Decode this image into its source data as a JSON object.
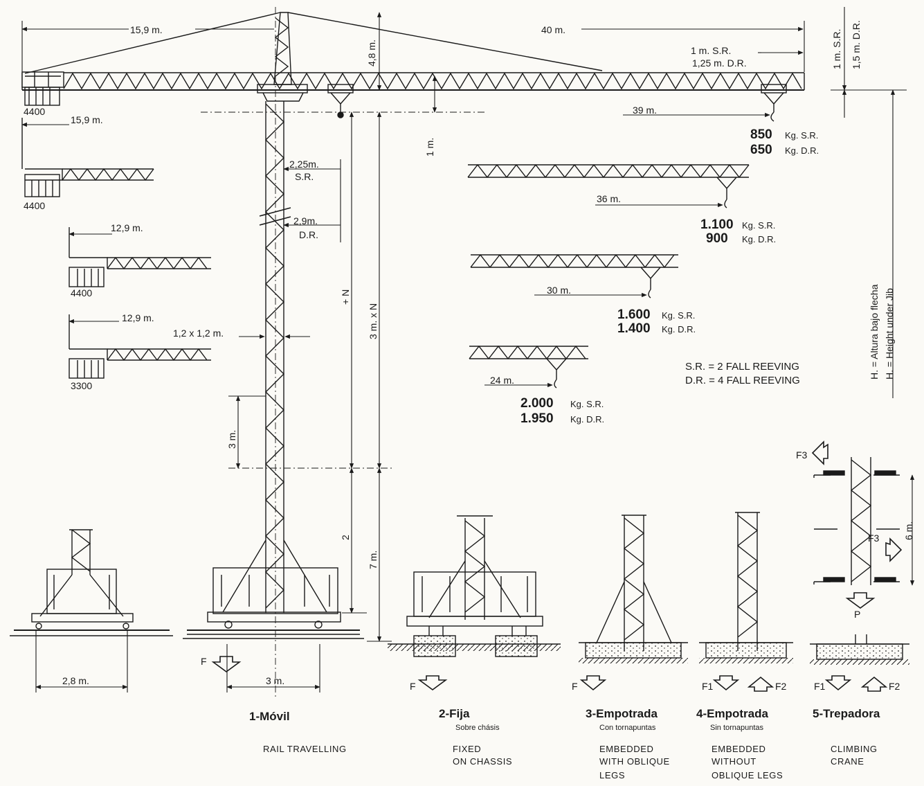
{
  "dimensions": {
    "jib_length": "40 m.",
    "counter_jib": "15,9 m.",
    "top_height": "4,8 m.",
    "tip_sr": "1 m. S.R.",
    "tip_dr": "1,25 m. D.R.",
    "right_sr": "1 m. S.R.",
    "right_dr": "1,5 m. D.R.",
    "hook_1m": "1 m.",
    "mast_225": "2,25m.",
    "mast_225_tag": "S.R.",
    "mast_29": "2,9m.",
    "mast_29_tag": "D.R.",
    "section": "1,2 x 1,2 m.",
    "plus_n": "+ N",
    "three_n": "3 m. x N",
    "three_m": "3 m.",
    "two": "2",
    "seven_m": "7 m.",
    "base_28": "2,8 m.",
    "base_3": "3 m.",
    "climb_6": "6 m.",
    "height_es": "H. = Altura bajo flecha",
    "height_en": "H. = Height under Jib"
  },
  "counterweights": [
    {
      "label": "15,9 m.",
      "weight": "4400"
    },
    {
      "label": "15,9 m.",
      "weight": "4400"
    },
    {
      "label": "12,9 m.",
      "weight": "4400"
    },
    {
      "label": "12,9 m.",
      "weight": "3300"
    }
  ],
  "loads": [
    {
      "reach": "39 m.",
      "sr_value": "850",
      "sr_unit": "Kg. S.R.",
      "dr_value": "650",
      "dr_unit": "Kg. D.R."
    },
    {
      "reach": "36 m.",
      "sr_value": "1.100",
      "sr_unit": "Kg. S.R.",
      "dr_value": "900",
      "dr_unit": "Kg. D.R."
    },
    {
      "reach": "30 m.",
      "sr_value": "1.600",
      "sr_unit": "Kg. S.R.",
      "dr_value": "1.400",
      "dr_unit": "Kg. D.R."
    },
    {
      "reach": "24 m.",
      "sr_value": "2.000",
      "sr_unit": "Kg. S.R.",
      "dr_value": "1.950",
      "dr_unit": "Kg. D.R."
    }
  ],
  "legend": {
    "sr": "S.R. = 2 FALL REEVING",
    "dr": "D.R. = 4 FALL REEVING"
  },
  "forces": {
    "f": "F",
    "f1": "F1",
    "f2": "F2",
    "f3": "F3",
    "p": "P"
  },
  "types": [
    {
      "title": "1-Móvil",
      "subtitle": "",
      "caption": [
        "RAIL TRAVELLING"
      ]
    },
    {
      "title": "2-Fija",
      "subtitle": "Sobre chásis",
      "caption": [
        "FIXED",
        "ON CHASSIS"
      ]
    },
    {
      "title": "3-Empotrada",
      "subtitle": "Con tornapuntas",
      "caption": [
        "EMBEDDED",
        "WITH OBLIQUE",
        "LEGS"
      ]
    },
    {
      "title": "4-Empotrada",
      "subtitle": "Sin tornapuntas",
      "caption": [
        "EMBEDDED",
        "WITHOUT",
        "OBLIQUE LEGS"
      ]
    },
    {
      "title": "5-Trepadora",
      "subtitle": "",
      "caption": [
        "CLIMBING",
        "CRANE"
      ]
    }
  ]
}
